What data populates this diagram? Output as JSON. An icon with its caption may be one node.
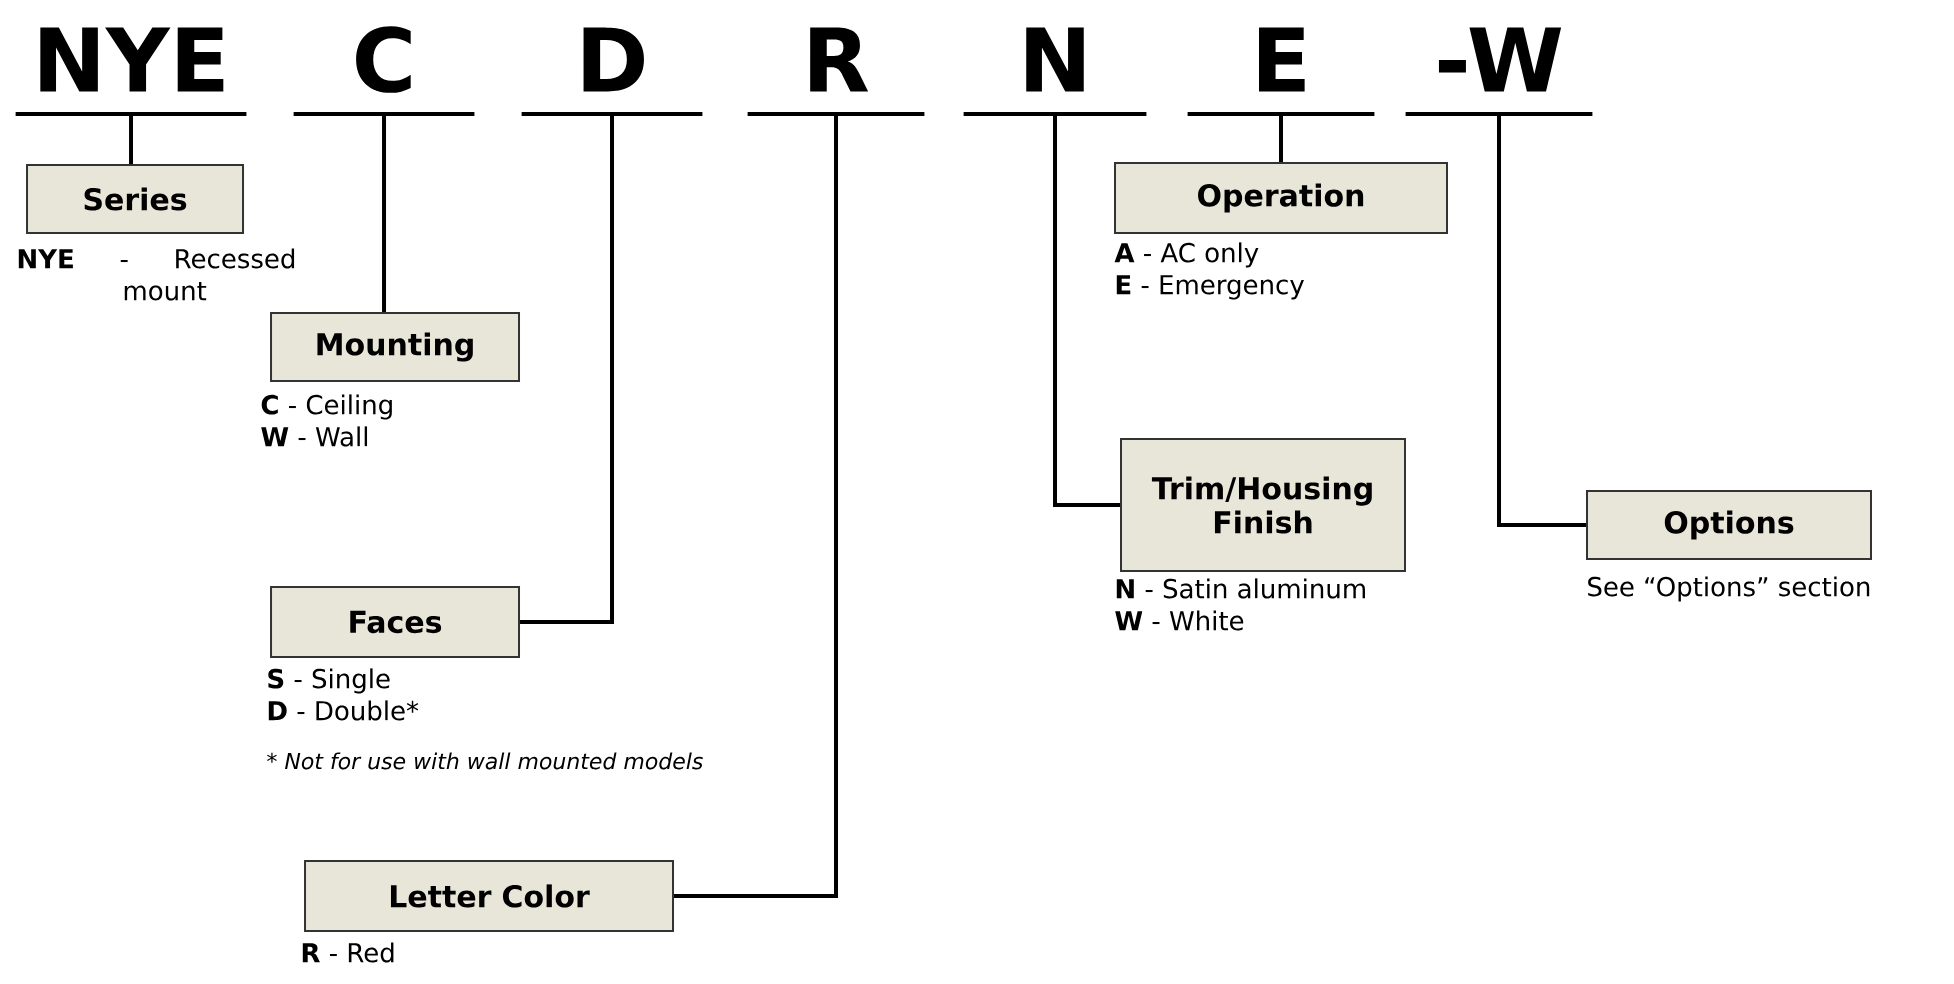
{
  "diagram": {
    "nodes": [
      {
        "text": [
          "NYE"
        ]
      },
      {
        "text": [
          "C"
        ]
      },
      {
        "text": [
          "D"
        ]
      },
      {
        "text": [
          "R"
        ]
      },
      {
        "text": [
          "N"
        ]
      },
      {
        "text": [
          "E"
        ]
      },
      {
        "text": [
          "-W"
        ]
      },
      {
        "text": [
          "Series"
        ],
        "beside": [
          "**NYE** - Recessed mount"
        ]
      },
      {
        "text": [
          "Mounting"
        ],
        "beside": [
          "**C** - Ceiling",
          "**W** - Wall"
        ]
      },
      {
        "text": [
          "Faces"
        ],
        "beside": [
          "**S** - Single",
          "**D** - Double*"
        ]
      },
      {
        "text": [
          "Letter Color"
        ],
        "beside": [
          "**R** - Red"
        ]
      },
      {
        "text": [
          "Trim/Housing Finish"
        ],
        "beside": [
          "**N** - Satin aluminum",
          "**W** - White"
        ]
      },
      {
        "text": [
          "Operation"
        ],
        "beside": [
          "**A** - AC only",
          "**E** - Emergency"
        ]
      },
      {
        "text": [
          "Options"
        ],
        "beside": [
          "See “Options” section"
        ]
      }
    ],
    "edges": [
      {
        "from": 0,
        "to": 7,
        "arrow": "none"
      },
      {
        "from": 1,
        "to": 8,
        "arrow": "none"
      },
      {
        "from": 2,
        "to": 9,
        "arrow": "none"
      },
      {
        "from": 3,
        "to": 10,
        "arrow": "none"
      },
      {
        "from": 4,
        "to": 11,
        "arrow": "none"
      },
      {
        "from": 5,
        "to": 12,
        "arrow": "none"
      },
      {
        "from": 6,
        "to": 13,
        "arrow": "none"
      }
    ],
    "labels": [
      "* Not for use with wall mounted models"
    ]
  }
}
